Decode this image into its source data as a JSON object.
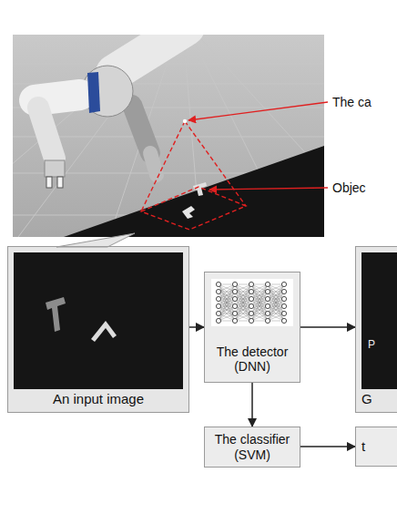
{
  "diagram": {
    "nodes": [
      {
        "text": [
          "An input image"
        ]
      },
      {
        "text": [
          "The detector (DNN)"
        ]
      },
      {
        "text": [
          "G"
        ]
      },
      {
        "text": [
          "The classifier (SVM)"
        ]
      },
      {
        "text": [
          "t"
        ]
      }
    ],
    "edges": [
      {
        "from": 0,
        "to": 1,
        "arrow": "to"
      },
      {
        "from": 1,
        "to": 2,
        "arrow": "to"
      },
      {
        "from": 1,
        "to": 3,
        "arrow": "to"
      },
      {
        "from": 3,
        "to": 4,
        "arrow": "to"
      }
    ],
    "labels": [
      "The ca",
      "Objec",
      "P"
    ]
  }
}
